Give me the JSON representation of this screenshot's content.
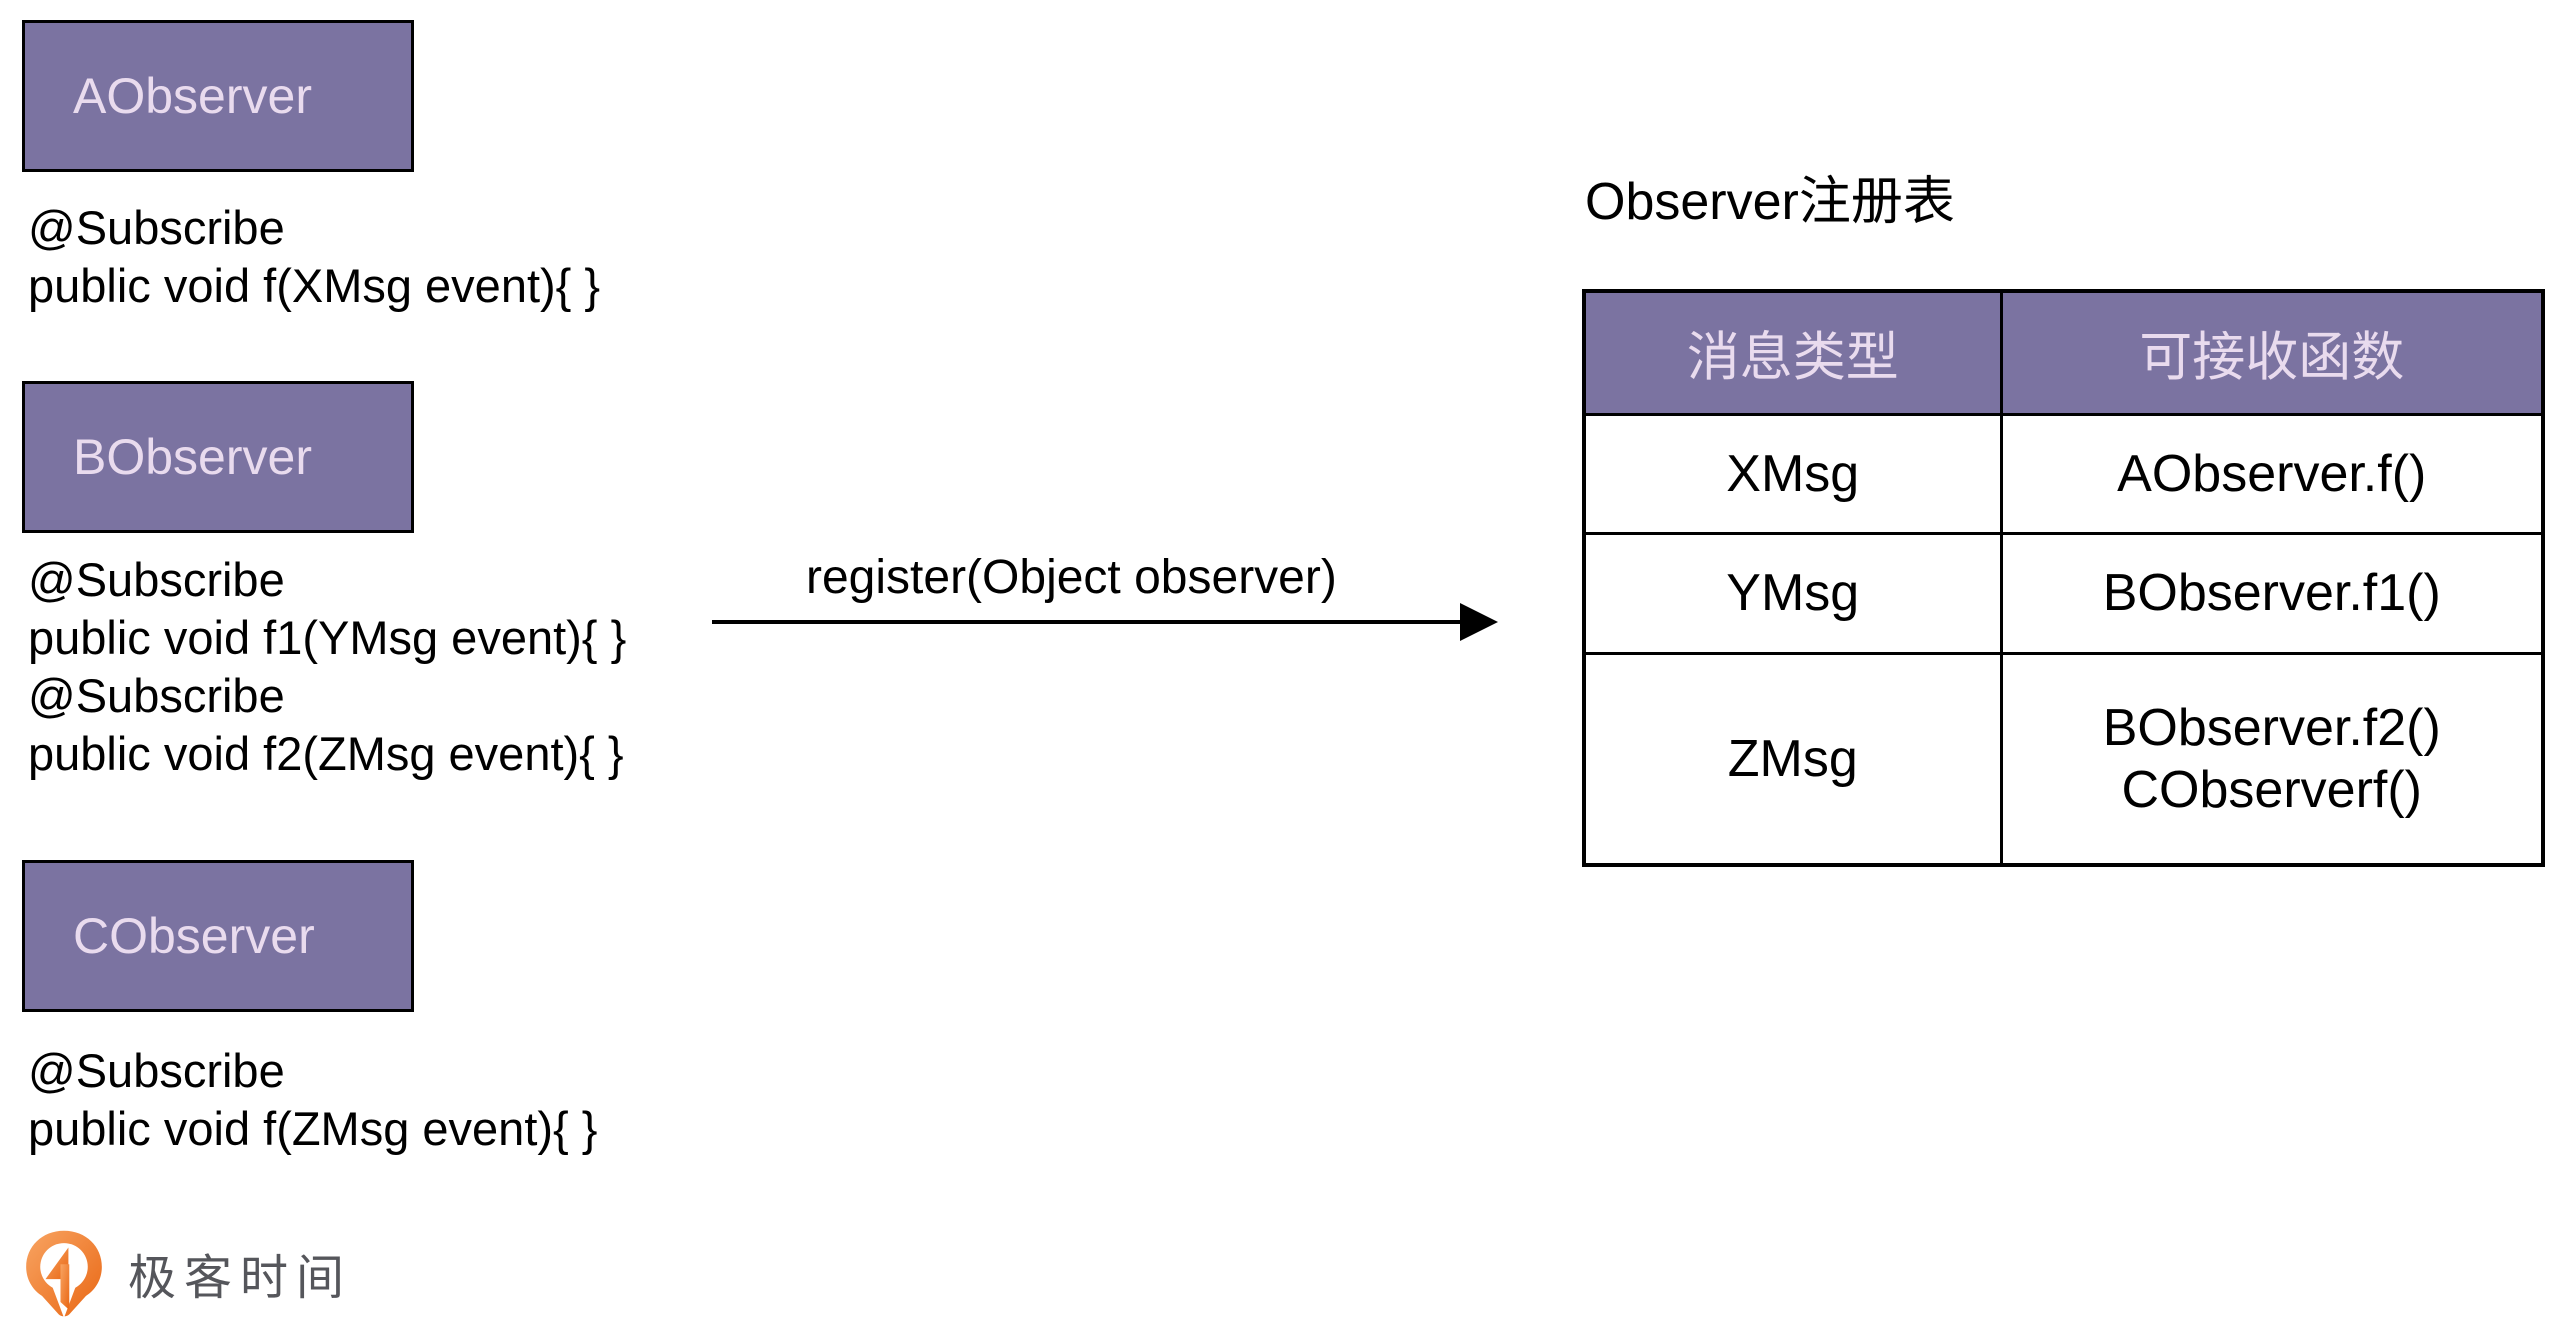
{
  "colors": {
    "canvas_bg": "#ffffff",
    "purple": "#7b73a1",
    "purple_text": "#e9dbee",
    "line_black": "#000000",
    "code_text": "#000000",
    "logo_orange_1": "#f8a462",
    "logo_orange_2": "#e96714",
    "logo_text_color": "#55565b"
  },
  "observers": [
    {
      "name": "AObserver",
      "code": [
        "@Subscribe",
        "public void f(XMsg event){ }"
      ]
    },
    {
      "name": "BObserver",
      "code": [
        "@Subscribe",
        "public void f1(YMsg event){ }",
        "@Subscribe",
        "public void f2(ZMsg event){ }"
      ]
    },
    {
      "name": "CObserver",
      "code": [
        "@Subscribe",
        "public void f(ZMsg event){ }"
      ]
    }
  ],
  "arrow": {
    "label": "register(Object observer)"
  },
  "registry": {
    "title": "Observer注册表",
    "headers": [
      "消息类型",
      "可接收函数"
    ],
    "rows": [
      {
        "msg": "XMsg",
        "functions": [
          "AObserver.f()"
        ]
      },
      {
        "msg": "YMsg",
        "functions": [
          "BObserver.f1()"
        ]
      },
      {
        "msg": "ZMsg",
        "functions": [
          "BObserver.f2()",
          "CObserverf()"
        ]
      }
    ]
  },
  "logo": {
    "text": "极客时间"
  }
}
